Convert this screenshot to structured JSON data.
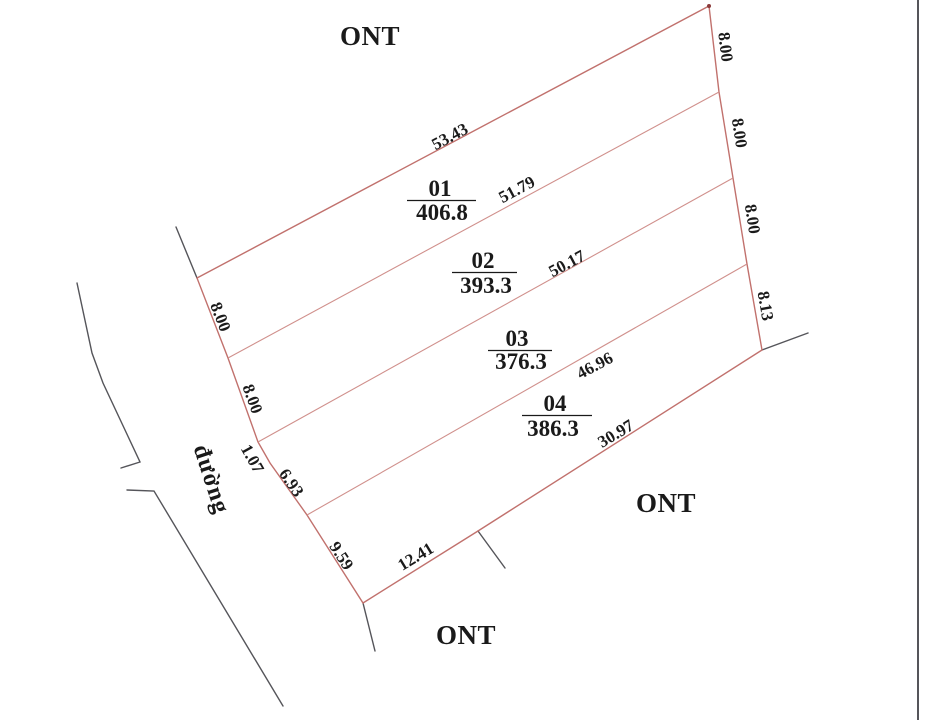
{
  "map": {
    "labels": {
      "ont_top": "ONT",
      "ont_right": "ONT",
      "ont_bottom": "ONT",
      "road": "đường"
    },
    "parcels": [
      {
        "number": "01",
        "area": "406.8"
      },
      {
        "number": "02",
        "area": "393.3"
      },
      {
        "number": "03",
        "area": "376.3"
      },
      {
        "number": "04",
        "area": "386.3"
      }
    ],
    "dimensions": {
      "top_edge": "53.43",
      "divider_01_02": "51.79",
      "divider_02_03": "50.17",
      "divider_03_04": "46.96",
      "right_edge": [
        "8.00",
        "8.00",
        "8.00",
        "8.13"
      ],
      "left_edge": [
        "8.00",
        "8.00",
        "1.07",
        "6.93",
        "9.59"
      ],
      "bottom_edge": [
        "12.41",
        "30.97"
      ]
    },
    "colors": {
      "bg": "#ffffff",
      "boundary": "#c1716d",
      "divider": "#d0908c",
      "road_line": "#55555a",
      "text": "#1a1a1a"
    }
  }
}
